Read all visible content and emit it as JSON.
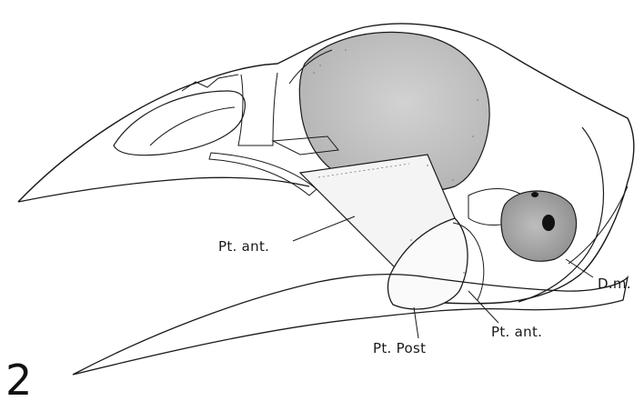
{
  "figure": {
    "number": "2",
    "labels": {
      "pt_ant_left": "Pt. ant.",
      "pt_ant_right": "Pt. ant.",
      "pt_post": "Pt. Post",
      "dm": "D.m."
    },
    "colors": {
      "ink": "#1a1a1a",
      "shade": "#c9c9c9",
      "shade_dark": "#8a8a8a",
      "paper": "#ffffff"
    }
  }
}
